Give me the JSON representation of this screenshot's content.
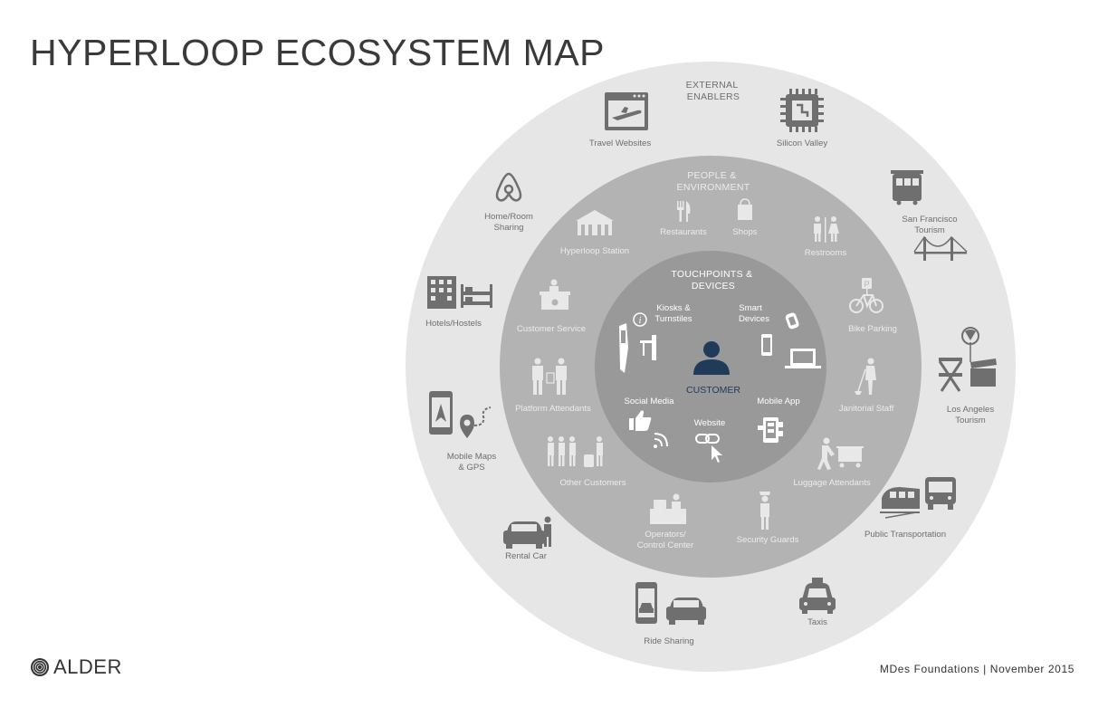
{
  "title": "HYPERLOOP ECOSYSTEM MAP",
  "footer": "MDes Foundations | November 2015",
  "logo_text": "ALDER",
  "colors": {
    "outer_ring": "#e6e6e6",
    "middle_ring": "#b3b3b3",
    "inner_ring": "#999999",
    "customer": "#1f3b59",
    "icon_outer": "#6f6f6f",
    "icon_middle": "#e8e8e8",
    "icon_inner": "#ffffff"
  },
  "rings": {
    "external": {
      "header_lines": [
        "EXTERNAL",
        "ENABLERS"
      ]
    },
    "people": {
      "header_lines": [
        "PEOPLE &",
        "ENVIRONMENT"
      ]
    },
    "touchpoints": {
      "header_lines": [
        "TOUCHPOINTS &",
        "DEVICES"
      ]
    }
  },
  "center": {
    "label": "CUSTOMER",
    "icon": "person-icon"
  },
  "external_items": [
    {
      "label_lines": [
        "Travel Websites"
      ],
      "icon": "airplane-browser-icon"
    },
    {
      "label_lines": [
        "Silicon Valley"
      ],
      "icon": "microchip-icon"
    },
    {
      "label_lines": [
        "San Francisco",
        "Tourism"
      ],
      "icon": "cable-car-bridge-icon"
    },
    {
      "label_lines": [
        "Los Angeles",
        "Tourism"
      ],
      "icon": "director-chair-icon"
    },
    {
      "label_lines": [
        "Public Transportation"
      ],
      "icon": "train-bus-icon"
    },
    {
      "label_lines": [
        "Taxis"
      ],
      "icon": "taxi-icon"
    },
    {
      "label_lines": [
        "Ride Sharing"
      ],
      "icon": "phone-car-icon"
    },
    {
      "label_lines": [
        "Rental Car"
      ],
      "icon": "car-person-icon"
    },
    {
      "label_lines": [
        "Mobile Maps",
        "& GPS"
      ],
      "icon": "map-pin-icon"
    },
    {
      "label_lines": [
        "Hotels/Hostels"
      ],
      "icon": "hotel-bed-icon"
    },
    {
      "label_lines": [
        "Home/Room",
        "Sharing"
      ],
      "icon": "airbnb-icon"
    }
  ],
  "people_items": [
    {
      "label_lines": [
        "Hyperloop Station"
      ],
      "icon": "station-icon"
    },
    {
      "label_lines": [
        "Restaurants"
      ],
      "icon": "fork-knife-icon"
    },
    {
      "label_lines": [
        "Shops"
      ],
      "icon": "shopping-bag-icon"
    },
    {
      "label_lines": [
        "Restrooms"
      ],
      "icon": "restroom-icon"
    },
    {
      "label_lines": [
        "Bike Parking"
      ],
      "icon": "bike-icon"
    },
    {
      "label_lines": [
        "Janitorial Staff"
      ],
      "icon": "janitor-icon"
    },
    {
      "label_lines": [
        "Luggage Attendants"
      ],
      "icon": "luggage-cart-icon"
    },
    {
      "label_lines": [
        "Security Guards"
      ],
      "icon": "guard-icon"
    },
    {
      "label_lines": [
        "Operators/",
        "Control Center"
      ],
      "icon": "control-desk-icon"
    },
    {
      "label_lines": [
        "Other Customers"
      ],
      "icon": "crowd-icon"
    },
    {
      "label_lines": [
        "Platform Attendants"
      ],
      "icon": "attendant-icon"
    },
    {
      "label_lines": [
        "Customer Service"
      ],
      "icon": "service-desk-icon"
    }
  ],
  "touchpoint_items": [
    {
      "label_lines": [
        "Kiosks &",
        "Turnstiles"
      ],
      "icon": "kiosk-icon"
    },
    {
      "label_lines": [
        "Smart",
        "Devices"
      ],
      "icon": "devices-icon"
    },
    {
      "label_lines": [
        "Social Media"
      ],
      "icon": "thumbs-up-icon"
    },
    {
      "label_lines": [
        "Website"
      ],
      "icon": "link-cursor-icon"
    },
    {
      "label_lines": [
        "Mobile App"
      ],
      "icon": "mobile-app-icon"
    }
  ]
}
